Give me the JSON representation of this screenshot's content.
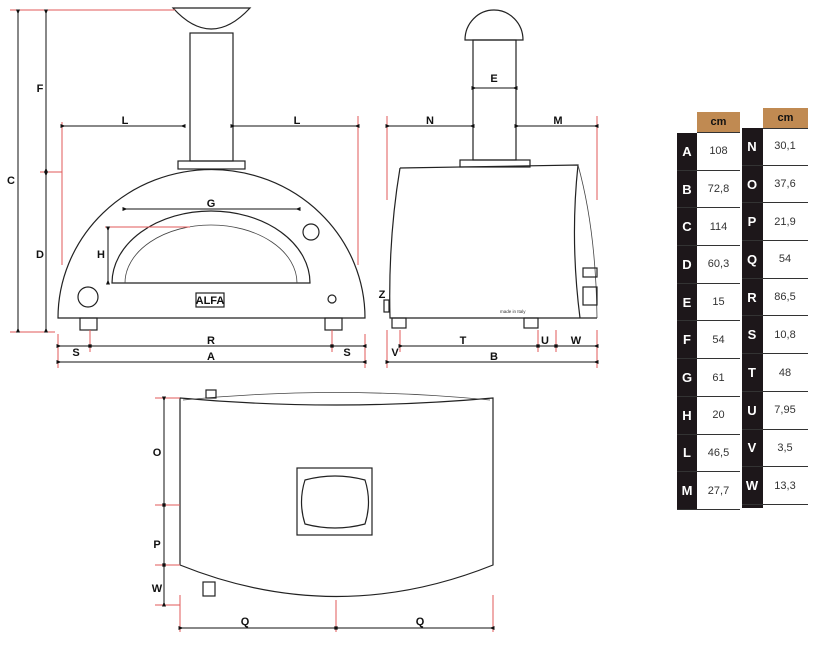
{
  "diagram_labels": {
    "front": {
      "F": "F",
      "C": "C",
      "D": "D",
      "L1": "L",
      "L2": "L",
      "G": "G",
      "H": "H",
      "R": "R",
      "S1": "S",
      "S2": "S",
      "A": "A",
      "logo": "ALFA"
    },
    "side": {
      "N": "N",
      "M": "M",
      "E": "E",
      "Z": "Z",
      "V": "V",
      "T": "T",
      "U": "U",
      "W": "W",
      "B": "B",
      "made_in": "made in Italy"
    },
    "top": {
      "O": "O",
      "P": "P",
      "W": "W",
      "Q1": "Q",
      "Q2": "Q"
    }
  },
  "table": {
    "unit_header": "cm",
    "left": [
      {
        "key": "A",
        "value": "108"
      },
      {
        "key": "B",
        "value": "72,8"
      },
      {
        "key": "C",
        "value": "114"
      },
      {
        "key": "D",
        "value": "60,3"
      },
      {
        "key": "E",
        "value": "15"
      },
      {
        "key": "F",
        "value": "54"
      },
      {
        "key": "G",
        "value": "61"
      },
      {
        "key": "H",
        "value": "20"
      },
      {
        "key": "L",
        "value": "46,5"
      },
      {
        "key": "M",
        "value": "27,7"
      }
    ],
    "right": [
      {
        "key": "N",
        "value": "30,1"
      },
      {
        "key": "O",
        "value": "37,6"
      },
      {
        "key": "P",
        "value": "21,9"
      },
      {
        "key": "Q",
        "value": "54"
      },
      {
        "key": "R",
        "value": "86,5"
      },
      {
        "key": "S",
        "value": "10,8"
      },
      {
        "key": "T",
        "value": "48"
      },
      {
        "key": "U",
        "value": "7,95"
      },
      {
        "key": "V",
        "value": "3,5"
      },
      {
        "key": "W",
        "value": "13,3"
      }
    ]
  },
  "colors": {
    "header": "#c08a52",
    "strip": "#1d171a",
    "extension_line": "#e05a5a"
  }
}
